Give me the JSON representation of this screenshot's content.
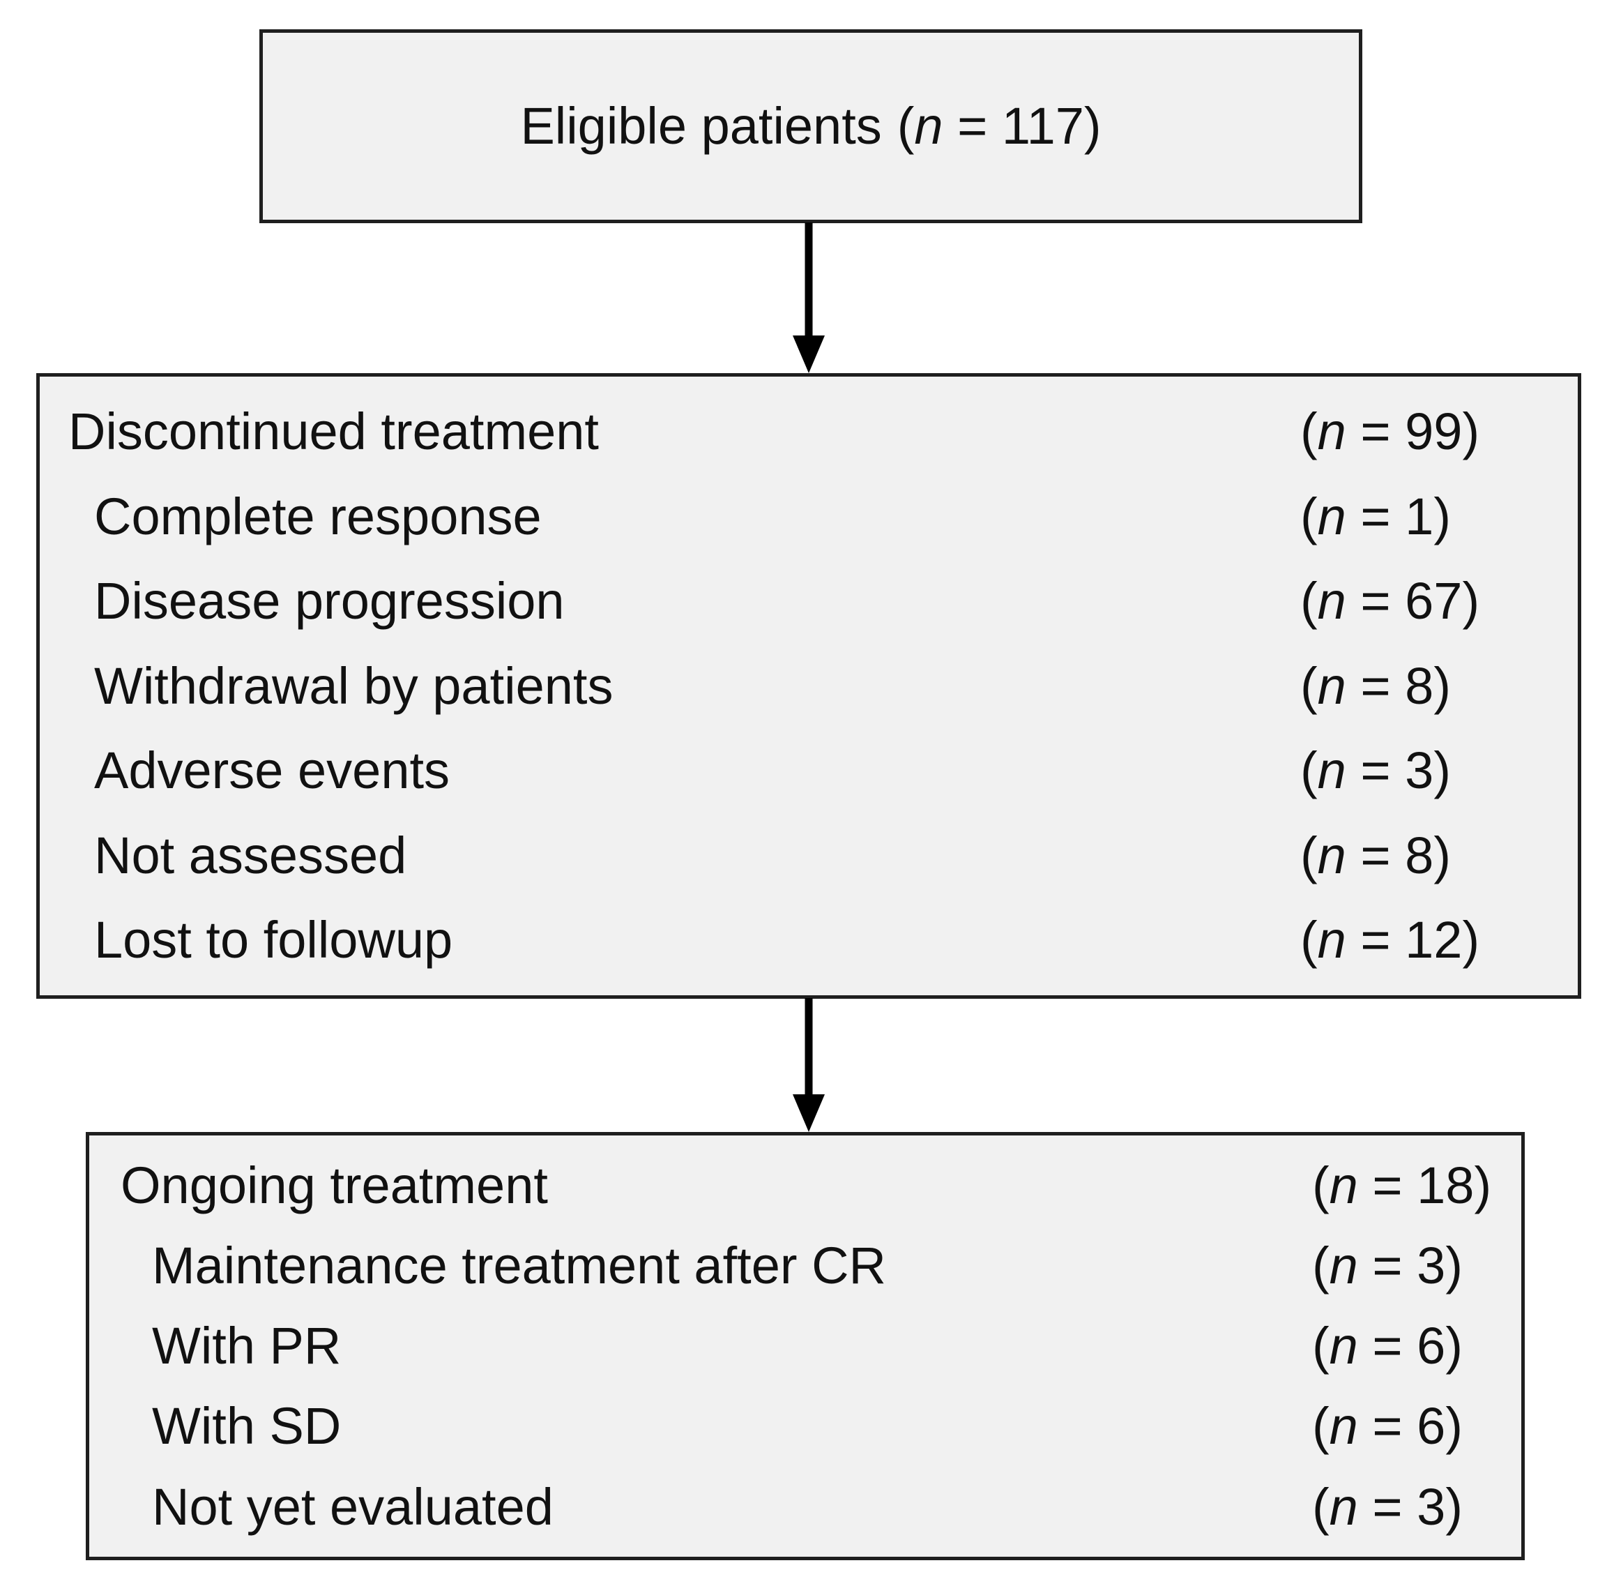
{
  "tokens": {
    "open": "(",
    "n": "n",
    "eq": " = ",
    "close": ")"
  },
  "top_box": {
    "label": "Eligible patients",
    "value": "117"
  },
  "middle_box": {
    "header": {
      "label": "Discontinued treatment",
      "value": "99"
    },
    "items": [
      {
        "label": "Complete response",
        "value": "1"
      },
      {
        "label": "Disease progression",
        "value": "67"
      },
      {
        "label": "Withdrawal by patients",
        "value": "8"
      },
      {
        "label": "Adverse events",
        "value": "3"
      },
      {
        "label": "Not assessed",
        "value": "8"
      },
      {
        "label": "Lost to followup",
        "value": "12"
      }
    ]
  },
  "bottom_box": {
    "header": {
      "label": "Ongoing treatment",
      "value": "18"
    },
    "items": [
      {
        "label": "Maintenance treatment after CR",
        "value": "3"
      },
      {
        "label": "With PR",
        "value": "6"
      },
      {
        "label": "With SD",
        "value": "6"
      },
      {
        "label": "Not yet evaluated",
        "value": "3"
      }
    ]
  },
  "colors": {
    "box_fill": "#f1f1f1",
    "box_border": "#1f1f1f",
    "arrow": "#000000",
    "background": "#ffffff"
  }
}
